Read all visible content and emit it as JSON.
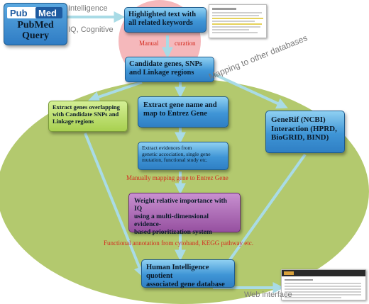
{
  "pubmed": {
    "logo_left": "Pub",
    "logo_right": "Med",
    "query_line1": "PubMed",
    "query_line2": "Query"
  },
  "labels": {
    "intelligence": "Intelligence",
    "iq_cognitive": "IQ, Cognitive",
    "manual": "Manual",
    "curation": "curation",
    "mapping_other": "Mapping to other databases",
    "manually_mapping": "Manually mapping  gene  to Entrez Gene",
    "functional_annotation": "Functional annotation from cytoband, KEGG pathway etc.",
    "web_interface": "Web interface"
  },
  "boxes": {
    "highlighted": [
      "Highlighted text with",
      "all  related keywords"
    ],
    "candidate": [
      "Candidate genes, SNPs",
      "and Linkage regions"
    ],
    "extract_overlap": [
      "Extract genes  overlapping",
      "with Candidate SNPs and",
      "Linkage regions"
    ],
    "extract_name": [
      "Extract gene name and",
      "map to Entrez Gene"
    ],
    "extract_evidence": [
      "Extract evidences from",
      "genetic accociation, single gene",
      "mutation, functional study etc."
    ],
    "generif": [
      "GeneRif (NCBI)",
      "Interaction (HPRD,",
      "BioGRID, BIND)"
    ],
    "weight": [
      "Weight relative importance with IQ",
      "using a multi-dimensional evidence-",
      "based prioritization system"
    ],
    "database": [
      "Human Intelligence quotient",
      "associated gene database"
    ]
  },
  "colors": {
    "blue_box": "#3f95d6",
    "green_box": "#b8de6a",
    "purple_box": "#a05aa8",
    "ellipse": "#a8c25a",
    "pink_circle": "#f4b0b4",
    "arrow": "#a9dbe6",
    "red_text": "#d42a1e",
    "grey_text": "#7a7a7a"
  }
}
